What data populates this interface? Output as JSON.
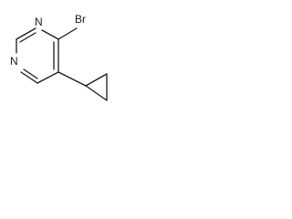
{
  "molecule": {
    "atoms": {
      "n1": "N",
      "n3": "N",
      "br": "Br"
    }
  }
}
